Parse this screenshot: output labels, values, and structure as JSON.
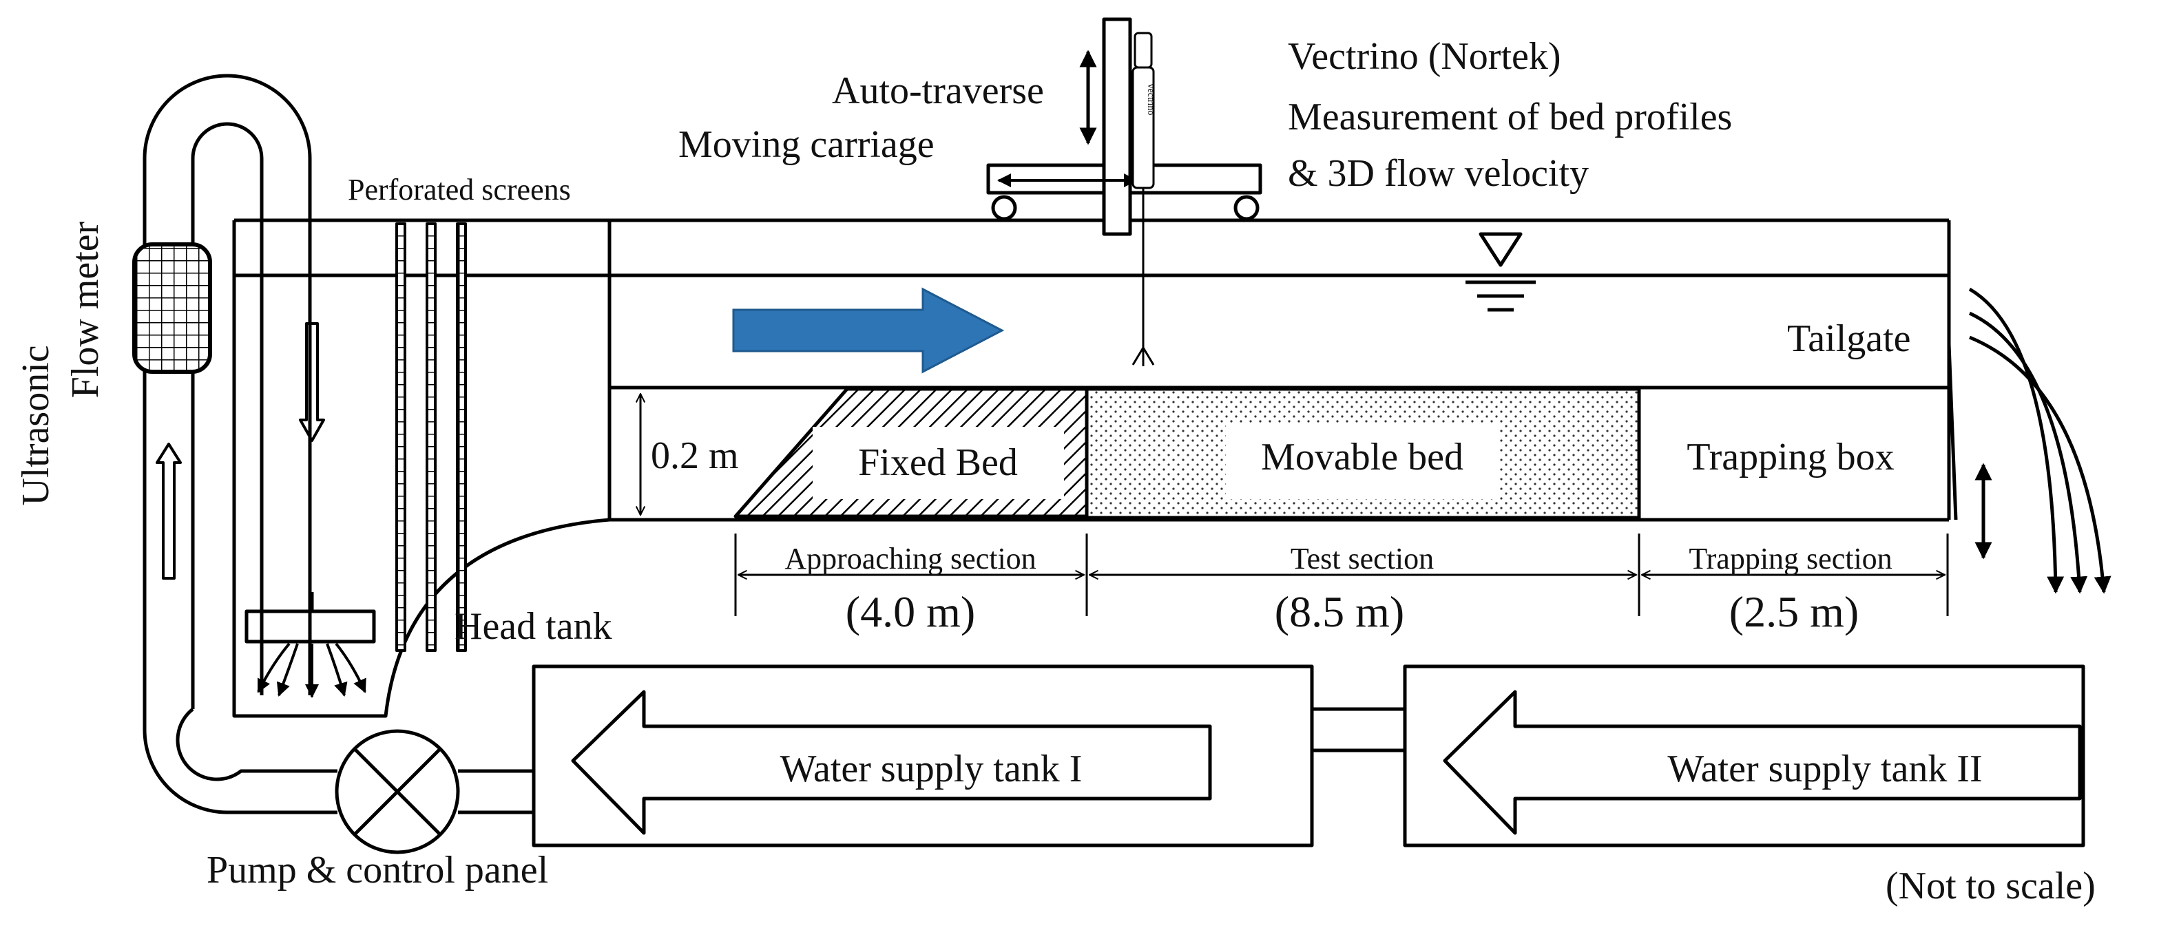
{
  "labels": {
    "flow_meter_line1": "Ultrasonic",
    "flow_meter_line2": "Flow meter",
    "perforated_screens": "Perforated screens",
    "auto_traverse": "Auto-traverse",
    "moving_carriage": "Moving carriage",
    "vectrino_line1": "Vectrino (Nortek)",
    "vectrino_line2": "Measurement of bed profiles",
    "vectrino_line3": "& 3D flow velocity",
    "probe_text": "Vectrino",
    "tailgate": "Tailgate",
    "bed_height": "0.2 m",
    "fixed_bed": "Fixed Bed",
    "movable_bed": "Movable bed",
    "trapping_box": "Trapping box",
    "head_tank": "Head tank",
    "approaching_section": "Approaching section",
    "approaching_length": "(4.0 m)",
    "test_section": "Test section",
    "test_length": "(8.5 m)",
    "trapping_section": "Trapping section",
    "trapping_length": "(2.5 m)",
    "supply_tank_1": "Water supply tank I",
    "supply_tank_2": "Water supply tank II",
    "pump": "Pump & control panel",
    "not_to_scale": "(Not to scale)"
  },
  "colors": {
    "line": "#000000",
    "flow_arrow": "#2e75b6",
    "flow_arrow_edge": "#1f5a8f"
  }
}
